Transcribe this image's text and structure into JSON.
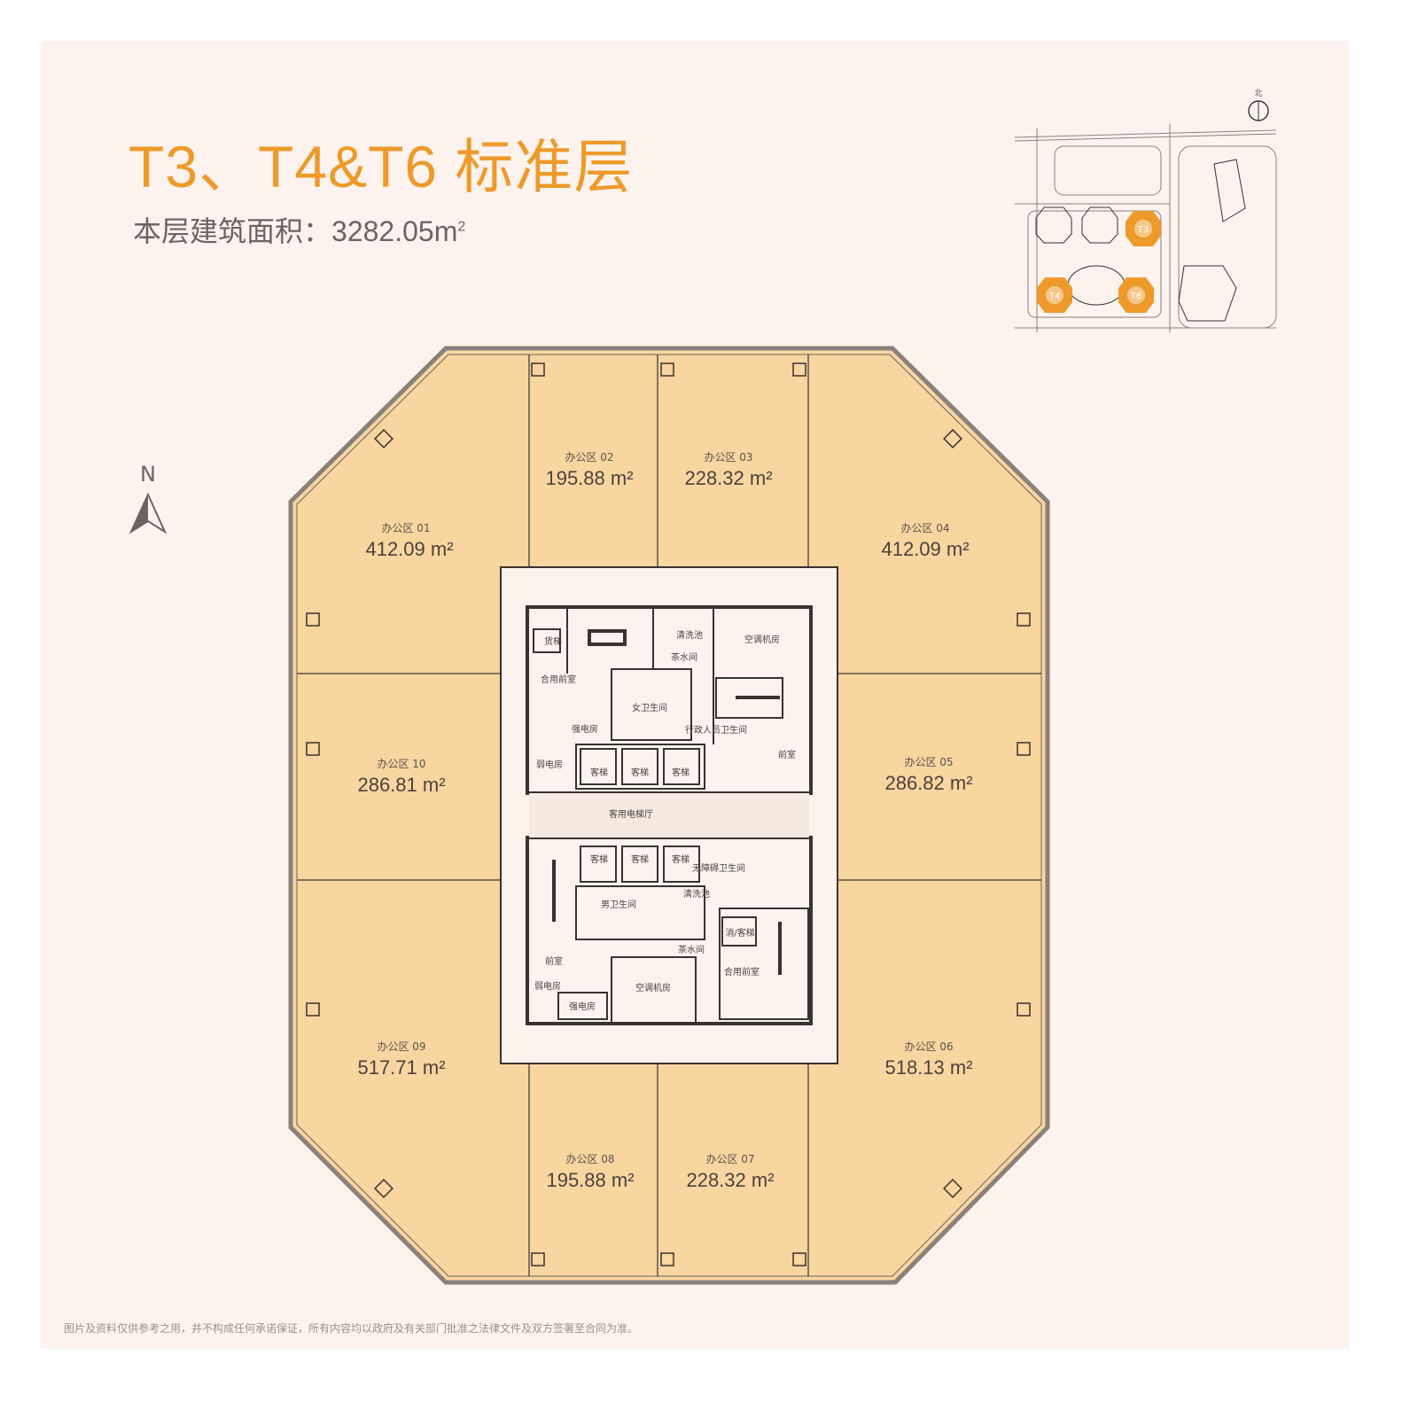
{
  "title": "T3、T4&T6 标准层",
  "subtitle": {
    "label": "本层建筑面积：",
    "value": "3282.05",
    "unit": "m",
    "unit_sup": "2"
  },
  "north_label": "N",
  "site_map": {
    "north_label": "北",
    "towers": [
      "T3",
      "T4",
      "T6"
    ],
    "highlight_color": "#ee9a2a"
  },
  "zones": [
    {
      "name": "办公区 01",
      "area": "412.09 m²"
    },
    {
      "name": "办公区 02",
      "area": "195.88 m²"
    },
    {
      "name": "办公区 03",
      "area": "228.32 m²"
    },
    {
      "name": "办公区 04",
      "area": "412.09 m²"
    },
    {
      "name": "办公区 05",
      "area": "286.82 m²"
    },
    {
      "name": "办公区 06",
      "area": "518.13 m²"
    },
    {
      "name": "办公区 07",
      "area": "228.32 m²"
    },
    {
      "name": "办公区 08",
      "area": "195.88 m²"
    },
    {
      "name": "办公区 09",
      "area": "517.71 m²"
    },
    {
      "name": "办公区 10",
      "area": "286.81 m²"
    }
  ],
  "core_rooms": [
    "货梯",
    "合用前室",
    "清洗池",
    "茶水间",
    "空调机房",
    "女卫生间",
    "强电房",
    "弱电房",
    "行政人员卫生间",
    "前室",
    "客梯",
    "客梯",
    "客梯",
    "客用电梯厅",
    "客梯",
    "客梯",
    "客梯",
    "无障碍卫生间",
    "清洗池",
    "男卫生间",
    "前室",
    "消/客梯",
    "茶水间",
    "合用前室",
    "弱电房",
    "强电房",
    "空调机房"
  ],
  "footer": "图片及资料仅供参考之用，并不构成任何承诺保证，所有内容均以政府及有关部门批准之法律文件及双方签署至合同为准。",
  "colors": {
    "accent": "#ee9a2a",
    "office_fill": "#f9d59f",
    "background": "#fcf3ee",
    "wall": "#4a3f3a"
  }
}
